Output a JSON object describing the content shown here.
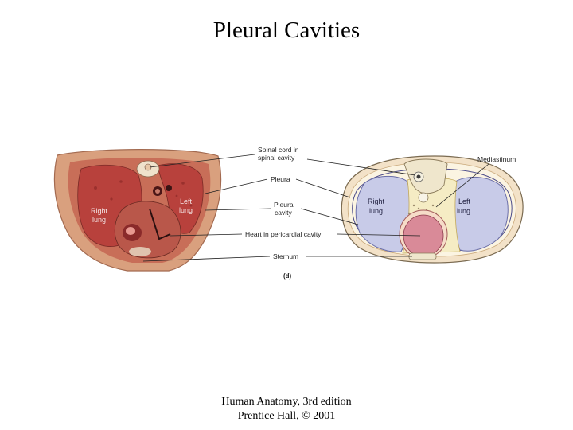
{
  "title": "Pleural Cavities",
  "photo_labels": {
    "right_lung": [
      "Right",
      "lung"
    ],
    "left_lung": [
      "Left",
      "lung"
    ]
  },
  "drawing_labels": {
    "right_lung": [
      "Right",
      "lung"
    ],
    "left_lung": [
      "Left",
      "lung"
    ]
  },
  "callouts": {
    "spinal_cord": [
      "Spinal cord in",
      "spinal cavity"
    ],
    "pleura": "Pleura",
    "pleural_cavity": [
      "Pleural",
      "cavity"
    ],
    "heart": "Heart in pericardial cavity",
    "sternum": "Sternum",
    "mediastinum": "Mediastinum"
  },
  "panel_label": "(d)",
  "footer": {
    "line1": "Human Anatomy, 3rd edition",
    "line2": "Prentice Hall, © 2001"
  },
  "colors": {
    "cadaver_tissue": "#b8413c",
    "lung_fill": "#c8cbe8",
    "heart_fill": "#d98a98",
    "mediastinum_fill": "#f5ecc4"
  }
}
